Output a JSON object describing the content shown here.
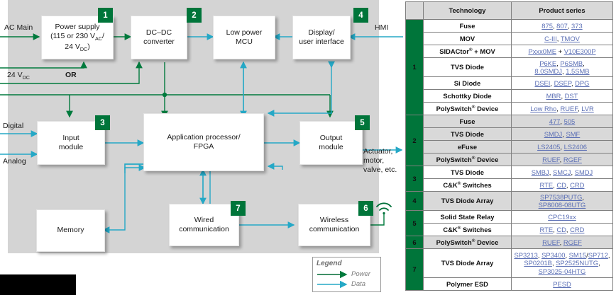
{
  "diagram": {
    "blocks": [
      {
        "id": "power-supply",
        "lines": [
          "Power supply",
          "(115 or 230 V<sub>AC</sub>/",
          "24 V<sub>DC</sub>)"
        ],
        "badge": "1"
      },
      {
        "id": "dcdc-converter",
        "lines": [
          "DC–DC",
          "converter"
        ],
        "badge": "2"
      },
      {
        "id": "low-power-mcu",
        "lines": [
          "Low power",
          "MCU"
        ],
        "badge": ""
      },
      {
        "id": "display-user-interface",
        "lines": [
          "Display/",
          "user interface"
        ],
        "badge": "4"
      },
      {
        "id": "input-module",
        "lines": [
          "Input",
          "module"
        ],
        "badge": "3"
      },
      {
        "id": "application-processor",
        "lines": [
          "Application processor/",
          "FPGA"
        ],
        "badge": ""
      },
      {
        "id": "output-module",
        "lines": [
          "Output",
          "module"
        ],
        "badge": "5"
      },
      {
        "id": "memory",
        "lines": [
          "Memory"
        ],
        "badge": ""
      },
      {
        "id": "wired-communication",
        "lines": [
          "Wired",
          "communication"
        ],
        "badge": "7"
      },
      {
        "id": "wireless-communication",
        "lines": [
          "Wireless",
          "communication"
        ],
        "badge": "6"
      }
    ],
    "labels": {
      "ac_main": "AC Main",
      "v24dc": "24 V<sub>DC</sub>",
      "or": "OR",
      "hmi": "HMI",
      "digital": "Digital",
      "analog": "Analog",
      "actuator": "Actuator,\nmotor,\nvalve, etc."
    },
    "legend": {
      "title": "Legend",
      "power": "Power",
      "data": "Data"
    },
    "colors": {
      "power_wire": "#007a3d",
      "data_wire": "#25a8c6",
      "badge": "#00753a",
      "panel": "#d4d4d4"
    }
  },
  "table": {
    "headers": [
      "",
      "Technology",
      "Product series"
    ],
    "groups": [
      {
        "number": "1",
        "shade": "white",
        "rows": [
          {
            "technology": "Fuse",
            "series": [
              {
                "t": "875",
                "link": true
              },
              {
                "t": ", ",
                "link": false
              },
              {
                "t": "807",
                "link": true
              },
              {
                "t": ", ",
                "link": false
              },
              {
                "t": "373",
                "link": true
              }
            ]
          },
          {
            "technology": "MOV",
            "series": [
              {
                "t": "C-III",
                "link": true
              },
              {
                "t": ", ",
                "link": false
              },
              {
                "t": "TMOV",
                "link": true
              }
            ]
          },
          {
            "technology": "SIDACtor<sup>&reg;</sup> + MOV",
            "series": [
              {
                "t": "Pxxx0ME",
                "link": true
              },
              {
                "t": " + ",
                "link": false
              },
              {
                "t": "V10E300P",
                "link": true
              }
            ]
          },
          {
            "technology": "TVS Diode",
            "series": [
              {
                "t": "P6KE",
                "link": true
              },
              {
                "t": ", ",
                "link": false
              },
              {
                "t": "P6SMB",
                "link": true
              },
              {
                "t": ",",
                "link": false
              },
              {
                "t": "BR",
                "link": false
              },
              {
                "t": "8.0SMDJ",
                "link": true
              },
              {
                "t": ", ",
                "link": false
              },
              {
                "t": "1.5SMB",
                "link": true
              }
            ],
            "tall": true
          },
          {
            "technology": "Si Diode",
            "series": [
              {
                "t": "DSEI",
                "link": true
              },
              {
                "t": ", ",
                "link": false
              },
              {
                "t": "DSEP",
                "link": true
              },
              {
                "t": ", ",
                "link": false
              },
              {
                "t": "DPG",
                "link": true
              }
            ]
          },
          {
            "technology": "Schottky Diode",
            "series": [
              {
                "t": "MBR",
                "link": true
              },
              {
                "t": ", ",
                "link": false
              },
              {
                "t": "DST",
                "link": true
              }
            ]
          },
          {
            "technology": "PolySwitch<sup>&reg;</sup> Device",
            "series": [
              {
                "t": "Low Rho",
                "link": true
              },
              {
                "t": ", ",
                "link": false
              },
              {
                "t": "RUEF",
                "link": true
              },
              {
                "t": ", ",
                "link": false
              },
              {
                "t": "LVR",
                "link": true
              }
            ]
          }
        ]
      },
      {
        "number": "2",
        "shade": "shade",
        "rows": [
          {
            "technology": "Fuse",
            "series": [
              {
                "t": "477",
                "link": true
              },
              {
                "t": ", ",
                "link": false
              },
              {
                "t": "505",
                "link": true
              }
            ]
          },
          {
            "technology": "TVS Diode",
            "series": [
              {
                "t": "SMDJ",
                "link": true
              },
              {
                "t": ", ",
                "link": false
              },
              {
                "t": "SMF",
                "link": true
              }
            ]
          },
          {
            "technology": "eFuse",
            "series": [
              {
                "t": "LS2405",
                "link": true
              },
              {
                "t": ", ",
                "link": false
              },
              {
                "t": "LS2406",
                "link": true
              }
            ]
          },
          {
            "technology": "PolySwitch<sup>&reg;</sup> Device",
            "series": [
              {
                "t": "RUEF",
                "link": true
              },
              {
                "t": ", ",
                "link": false
              },
              {
                "t": "RGEF",
                "link": true
              }
            ]
          }
        ]
      },
      {
        "number": "3",
        "shade": "white",
        "rows": [
          {
            "technology": "TVS Diode",
            "series": [
              {
                "t": "SMBJ",
                "link": true
              },
              {
                "t": ", ",
                "link": false
              },
              {
                "t": "SMCJ",
                "link": true
              },
              {
                "t": ", ",
                "link": false
              },
              {
                "t": "SMDJ",
                "link": true
              }
            ]
          },
          {
            "technology": "C&K<sup>&reg;</sup> Switches",
            "series": [
              {
                "t": "RTE",
                "link": true
              },
              {
                "t": ", ",
                "link": false
              },
              {
                "t": "CD",
                "link": true
              },
              {
                "t": ", ",
                "link": false
              },
              {
                "t": "CRD",
                "link": true
              }
            ]
          }
        ]
      },
      {
        "number": "4",
        "shade": "shade",
        "rows": [
          {
            "technology": "TVS Diode Array",
            "series": [
              {
                "t": "SP7538PUTG",
                "link": true
              },
              {
                "t": ",",
                "link": false
              },
              {
                "t": "BR",
                "link": false
              },
              {
                "t": "SP8008-08UTG",
                "link": true
              }
            ],
            "tall": true
          }
        ]
      },
      {
        "number": "5",
        "shade": "white",
        "rows": [
          {
            "technology": "Solid State Relay",
            "series": [
              {
                "t": "CPC19xx",
                "link": true
              }
            ]
          },
          {
            "technology": "C&K<sup>&reg;</sup> Switches",
            "series": [
              {
                "t": "RTE",
                "link": true
              },
              {
                "t": ", ",
                "link": false
              },
              {
                "t": "CD",
                "link": true
              },
              {
                "t": ", ",
                "link": false
              },
              {
                "t": "CRD",
                "link": true
              }
            ]
          }
        ]
      },
      {
        "number": "6",
        "shade": "shade",
        "rows": [
          {
            "technology": "PolySwitch<sup>&reg;</sup> Device",
            "series": [
              {
                "t": "RUEF",
                "link": true
              },
              {
                "t": ", ",
                "link": false
              },
              {
                "t": "RGEF",
                "link": true
              }
            ]
          }
        ]
      },
      {
        "number": "7",
        "shade": "white",
        "rows": [
          {
            "technology": "TVS Diode Array",
            "series": [
              {
                "t": "SP3213",
                "link": true
              },
              {
                "t": ", ",
                "link": false
              },
              {
                "t": "SP3400",
                "link": true
              },
              {
                "t": ", ",
                "link": false
              },
              {
                "t": "SM15",
                "link": true
              },
              {
                "t": "/",
                "link": false
              },
              {
                "t": "SP712",
                "link": true
              },
              {
                "t": ",",
                "link": false
              },
              {
                "t": "BR",
                "link": false
              },
              {
                "t": "SP0201B",
                "link": true
              },
              {
                "t": ", ",
                "link": false
              },
              {
                "t": "SP2525NUTG",
                "link": true
              },
              {
                "t": ",",
                "link": false
              },
              {
                "t": "BR",
                "link": false
              },
              {
                "t": "SP3025-04HTG",
                "link": true
              }
            ],
            "tall3": true
          },
          {
            "technology": "Polymer ESD",
            "series": [
              {
                "t": "PESD",
                "link": true
              }
            ]
          }
        ]
      }
    ]
  }
}
